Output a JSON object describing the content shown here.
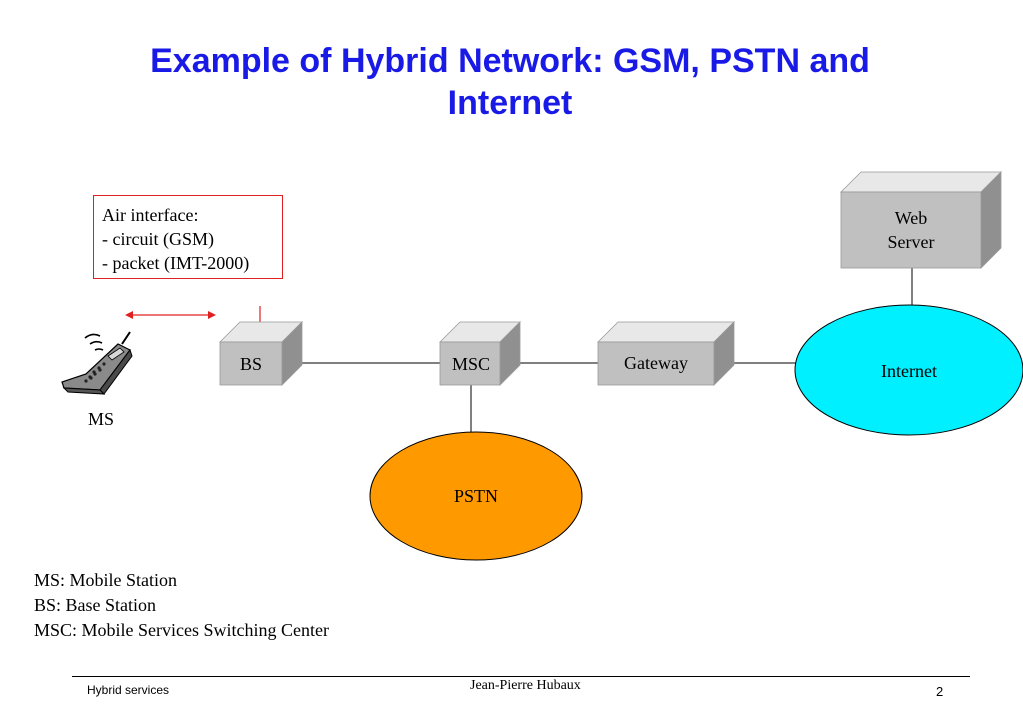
{
  "title": {
    "line1": "Example of Hybrid Network:  GSM, PSTN and",
    "line2": "Internet"
  },
  "air_interface": {
    "line1": "Air interface:",
    "line2": "- circuit (GSM)",
    "line3": "- packet (IMT-2000)"
  },
  "nodes": {
    "ms": "MS",
    "bs": "BS",
    "msc": "MSC",
    "gateway": "Gateway",
    "web_server_line1": "Web",
    "web_server_line2": "Server",
    "internet": "Internet",
    "pstn": "PSTN"
  },
  "legend": {
    "ms": "MS: Mobile Station",
    "bs": "BS: Base Station",
    "msc": "MSC: Mobile Services Switching Center"
  },
  "footer": {
    "left": "Hybrid services",
    "center": "Jean-Pierre Hubaux",
    "page": "2"
  },
  "colors": {
    "title": "#1a1ae6",
    "internet_fill": "#00f0ff",
    "pstn_fill": "#ff9900",
    "box_front": "#c0c0c0",
    "arrow": "#e02020"
  }
}
